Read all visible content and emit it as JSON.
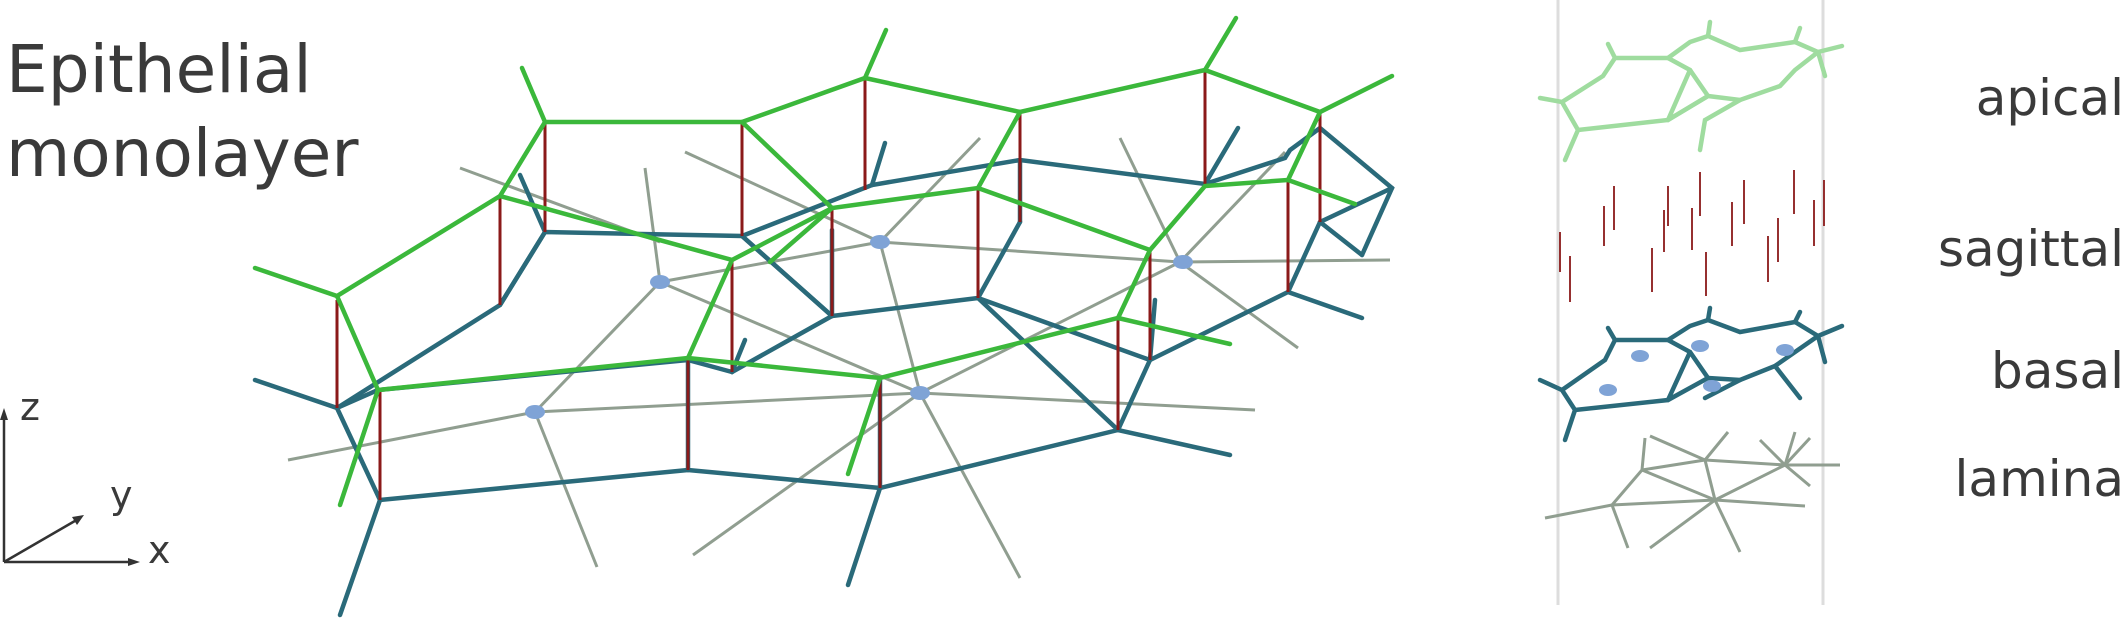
{
  "title": {
    "line1": "Epithelial",
    "line2": "monolayer"
  },
  "axes": {
    "z": "z",
    "y": "y",
    "x": "x"
  },
  "layers": [
    {
      "label": "apical",
      "color": "#3bb83b",
      "legend_color": "#9fdc9f"
    },
    {
      "label": "sagittal",
      "color": "#8b1a1a"
    },
    {
      "label": "basal",
      "color": "#2a6a7a"
    },
    {
      "label": "lamina",
      "color": "#909e90"
    }
  ],
  "nucleus_color": "#7fa3d6"
}
